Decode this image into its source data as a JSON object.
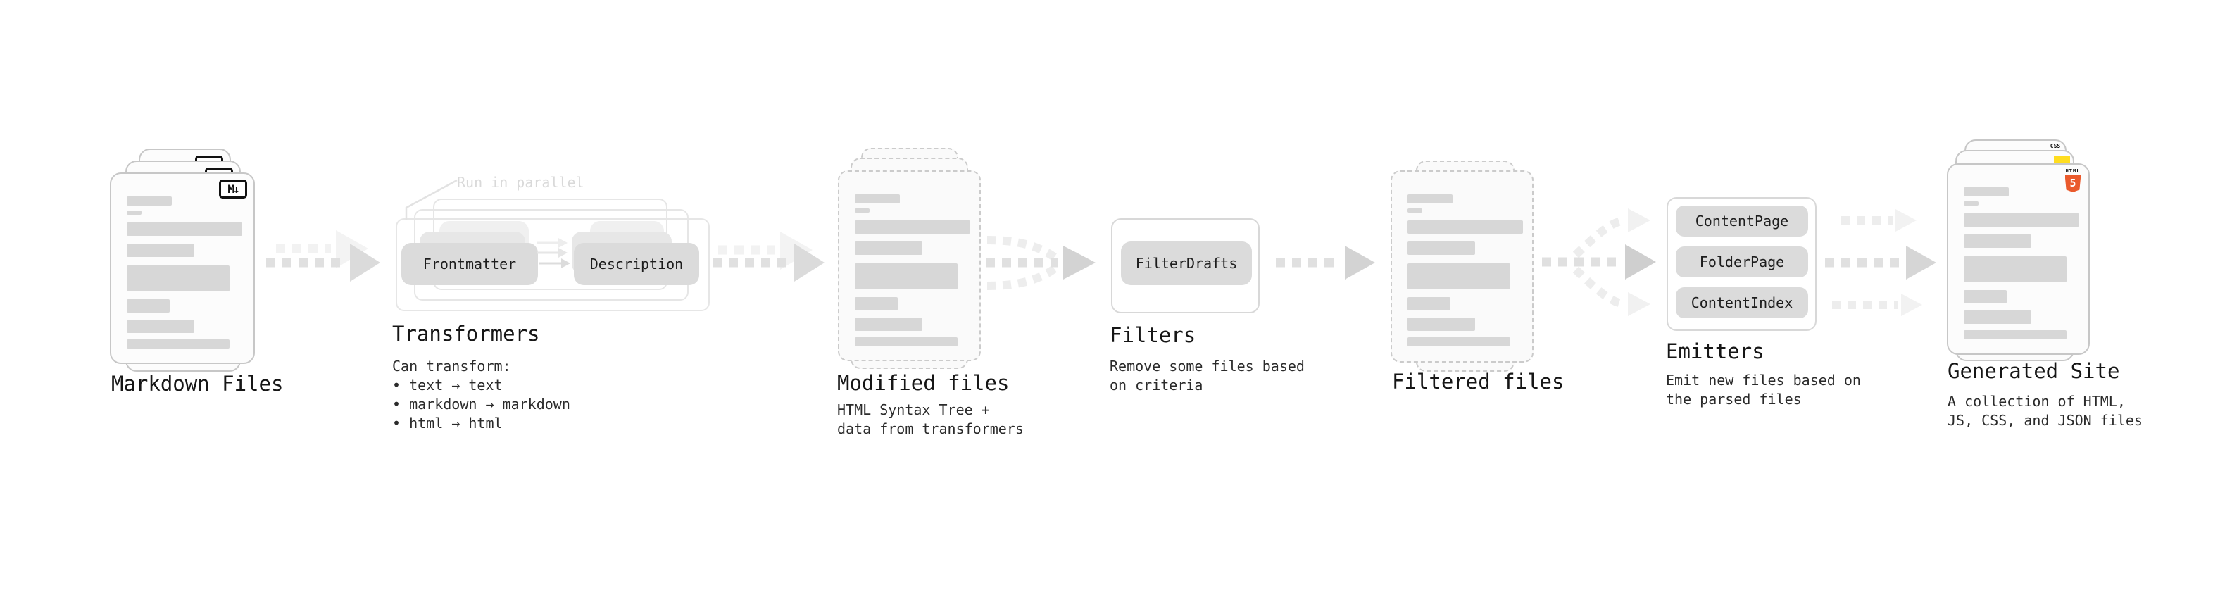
{
  "stages": {
    "markdown_files": {
      "label": "Markdown Files",
      "badge": "M↓"
    },
    "transformers": {
      "label": "Transformers",
      "note": "Run in parallel",
      "pills": [
        "Frontmatter",
        "Description"
      ],
      "description": "Can transform:\n • text → text\n • markdown → markdown\n • html → html"
    },
    "modified_files": {
      "label": "Modified files",
      "description": "HTML Syntax Tree +\ndata from transformers"
    },
    "filters": {
      "label": "Filters",
      "pills": [
        "FilterDrafts"
      ],
      "description": "Remove some files based\non criteria"
    },
    "filtered_files": {
      "label": "Filtered files"
    },
    "emitters": {
      "label": "Emitters",
      "pills": [
        "ContentPage",
        "FolderPage",
        "ContentIndex"
      ],
      "description": "Emit new files based on\nthe parsed files"
    },
    "generated_site": {
      "label": "Generated Site",
      "description": "A collection of HTML,\nJS, CSS, and JSON files",
      "badges": {
        "html5_label": "HTML",
        "html5_number": "5",
        "css_label": "CSS"
      }
    }
  },
  "colors": {
    "html5_orange": "#ea5a2c",
    "js_yellow": "#ffdd1f",
    "css_blue": "#2f6bf2",
    "badge_black": "#111111",
    "pill_gray": "#dbdbdb",
    "bar_gray": "#d7d7d7"
  }
}
